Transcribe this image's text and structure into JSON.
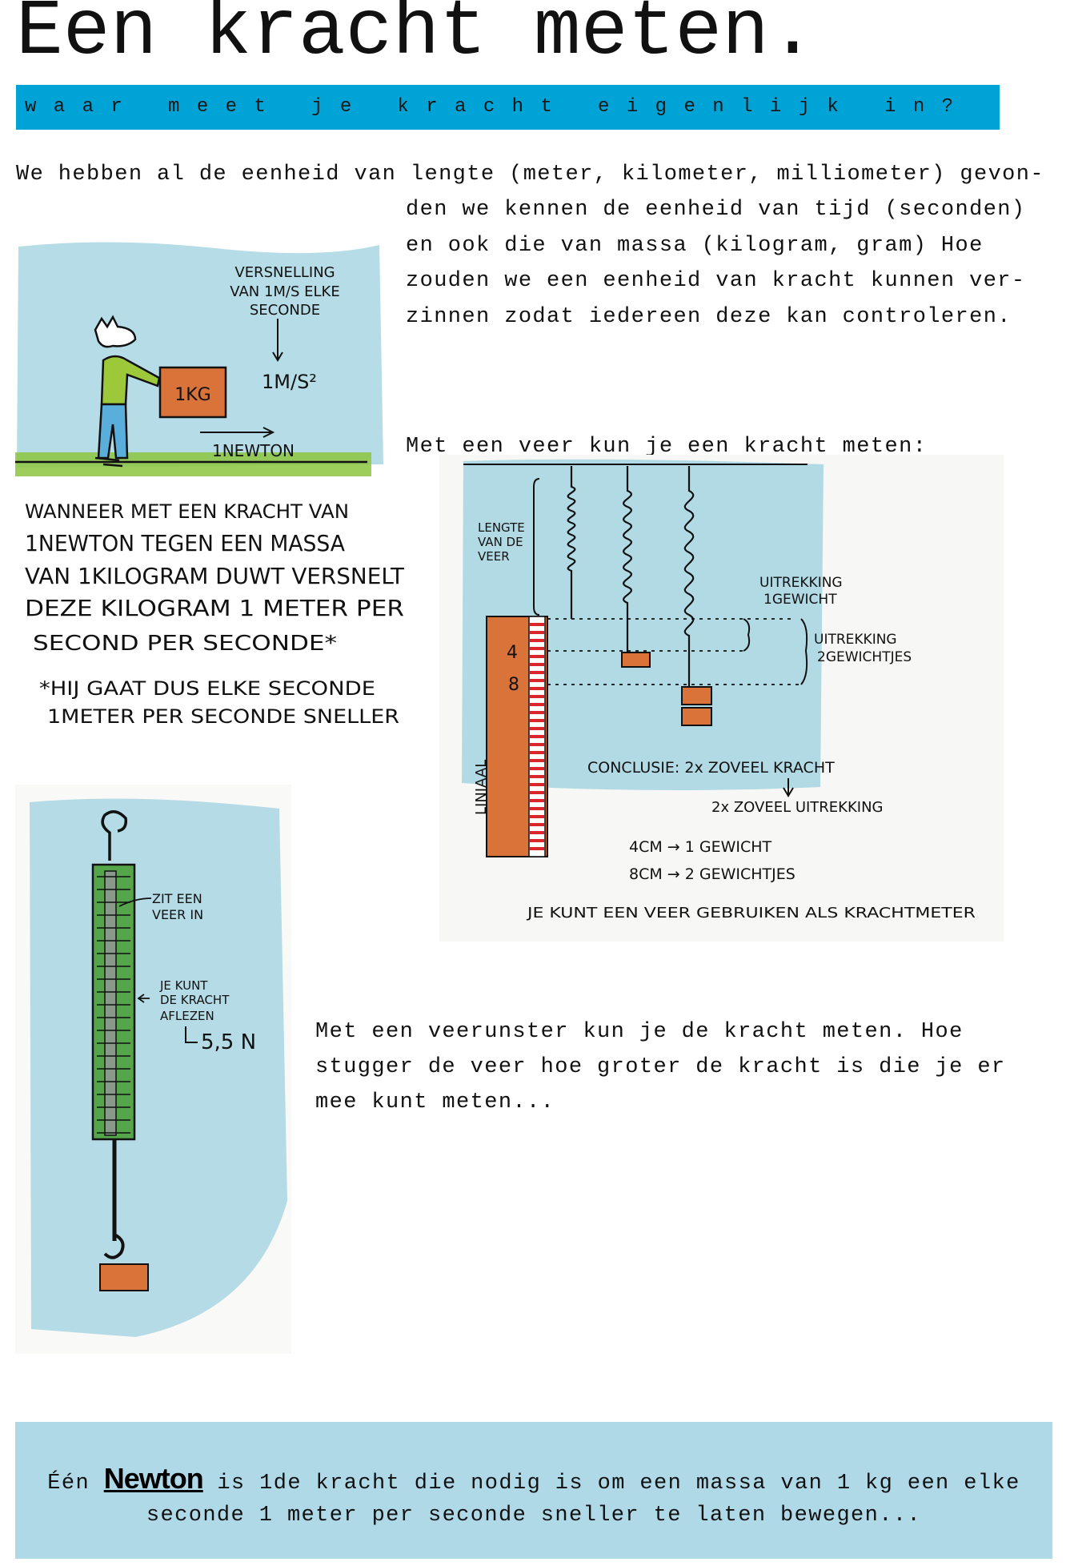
{
  "title": "Een kracht meten.",
  "subtitle": "waar meet je kracht eigenlijk in?",
  "intro_lines": [
    "We hebben al de eenheid van lengte (meter, kilometer, milliometer) gevon-",
    "den we kennen de eenheid van tijd (seconden)",
    "en ook die van massa (kilogram, gram) Hoe",
    "zouden we een eenheid van kracht kunnen ver-",
    "zinnen zodat iedereen deze kan controleren."
  ],
  "spring_intro": "Met een veer kun je een kracht meten:",
  "veerunster_lines": [
    "Met een veerunster kun je de kracht meten. Hoe",
    "stugger de veer hoe groter de kracht is die je er",
    "mee kunt meten..."
  ],
  "definition": {
    "prefix": "Één",
    "term": "Newton",
    "line1_rest": "is 1de kracht die nodig is om een massa van 1 kg een elke",
    "line2": "seconde 1 meter per seconde sneller te laten bewegen..."
  },
  "illustration_push": {
    "accel_label": [
      "VERSNELLING",
      "VAN 1M/S ELKE",
      "SECONDE"
    ],
    "accel_value": "1M/S²",
    "mass_label": "1KG",
    "force_label": "1NEWTON",
    "caption": [
      "WANNEER MET EEN KRACHT VAN",
      "1NEWTON TEGEN EEN MASSA",
      "VAN 1KILOGRAM DUWT VERSNELT",
      "DEZE KILOGRAM 1 METER PER",
      "SECOND PER SECONDE*",
      "*HIJ GAAT DUS ELKE SECONDE",
      "1METER PER SECONDE SNELLER"
    ]
  },
  "illustration_springs": {
    "length_label": [
      "LENGTE",
      "VAN DE",
      "VEER"
    ],
    "ext1_label": [
      "UITREKKING",
      "1GEWICHT"
    ],
    "ext2_label": [
      "UITREKKING",
      "2GEWICHTJES"
    ],
    "ruler_label": "LINIAAL",
    "ruler_marks": [
      "4",
      "8"
    ],
    "conclusion": "CONCLUSIE: 2x ZOVEEL KRACHT",
    "conclusion_result": "2x ZOVEEL UITREKKING",
    "result1": "4CM → 1 GEWICHT",
    "result2": "8CM → 2 GEWICHTJES",
    "final": "JE KUNT EEN VEER GEBRUIKEN ALS KRACHTMETER"
  },
  "illustration_meter": {
    "spring_label": [
      "ZIT EEN",
      "VEER IN"
    ],
    "read_label": [
      "JE KUNT",
      "DE KRACHT",
      "AFLEZEN"
    ],
    "reading": "5,5 N"
  },
  "colors": {
    "banner": "#00a3d6",
    "note_bg": "#b0d9e8",
    "wash_blue": "#a9d6e3",
    "grass": "#8cc63f",
    "weight": "#d9733a"
  }
}
